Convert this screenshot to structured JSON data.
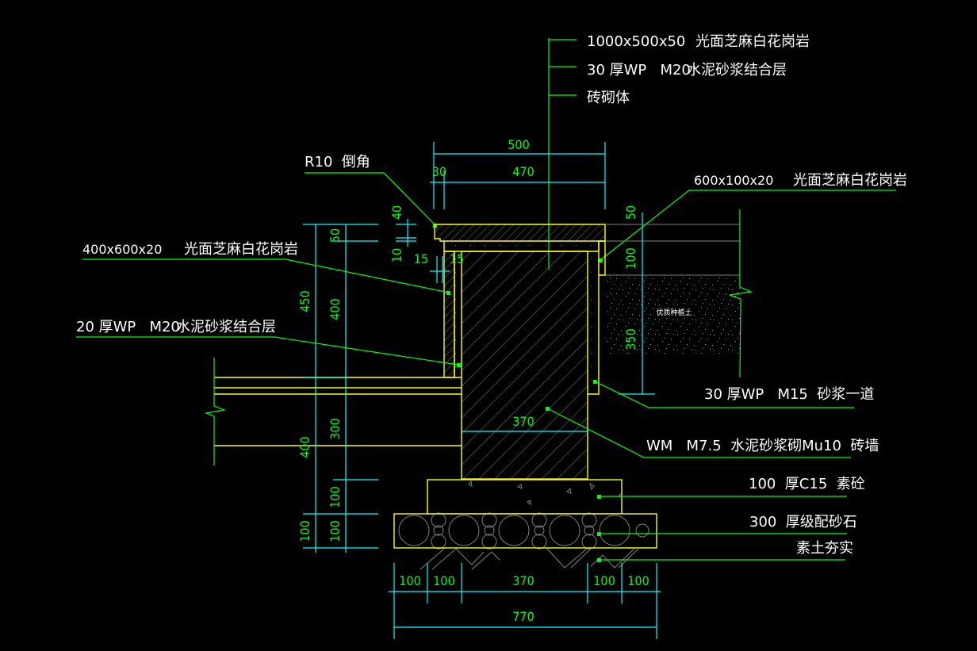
{
  "drawing": {
    "background": "#000000",
    "colors": {
      "outline": "#ffff00",
      "dimension": "#00ffff",
      "dim_text": "#00ff00",
      "leader": "#00ff00",
      "label": "#ffffff",
      "hatch": "#808080"
    },
    "top_callouts": [
      {
        "spec": "1000x500x50",
        "text": "光面芝麻白花岗岩"
      },
      {
        "spec": "30 厚WP   M20",
        "text": "水泥砂浆结合层"
      },
      {
        "spec": "",
        "text": "砖砌体"
      }
    ],
    "chamfer_note": "R10  倒角",
    "right_top_callout": {
      "spec": "600x100x20",
      "text": "光面芝麻白花岗岩"
    },
    "left_callouts": [
      {
        "spec": "400x600x20",
        "text": "光面芝麻白花岗岩"
      },
      {
        "spec": "20 厚WP   M20",
        "text": "水泥砂浆结合层"
      }
    ],
    "soil_label": "优质种植土",
    "right_callouts": [
      {
        "text": "30 厚WP   M15  砂浆一道"
      },
      {
        "text": "WM   M7.5  水泥砂浆砌Mu10  砖墙"
      },
      {
        "text": "100  厚C15  素砼"
      },
      {
        "text": "300  厚级配砂石"
      },
      {
        "text": "素土夯实"
      }
    ],
    "dimensions": {
      "top_total": "500",
      "top_left": "30",
      "top_main": "470",
      "cap_40": "40",
      "cap_10": "10",
      "gap_15_left": "15",
      "gap_15_right": "15",
      "left_50": "50",
      "left_450": "450",
      "left_400_inner": "400",
      "left_400_outer": "400",
      "left_300": "300",
      "left_100_inner": "100",
      "left_100_a": "100",
      "left_100_b": "100",
      "right_50": "50",
      "right_100": "100",
      "right_350": "350",
      "wall_370": "370",
      "bottom": [
        "100",
        "100",
        "370",
        "100",
        "100"
      ],
      "bottom_total": "770"
    }
  }
}
